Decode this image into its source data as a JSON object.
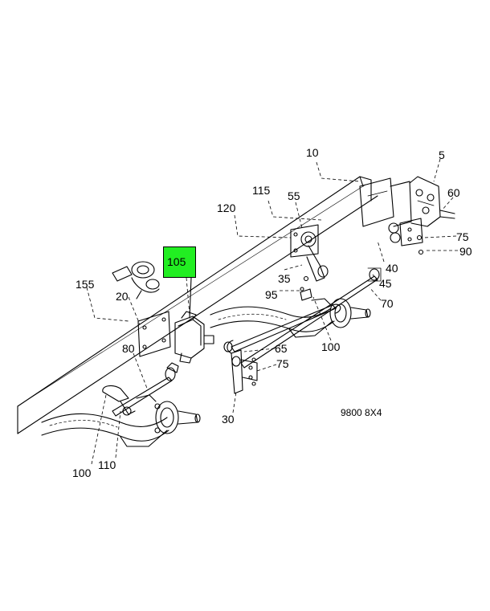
{
  "diagram": {
    "code": "9800 8X4",
    "highlighted_part": "105",
    "highlight_color": "#22ee22",
    "callouts": {
      "c5": "5",
      "c10": "10",
      "c20": "20",
      "c30": "30",
      "c35": "35",
      "c40": "40",
      "c45": "45",
      "c55": "55",
      "c60": "60",
      "c65": "65",
      "c70": "70",
      "c75a": "75",
      "c75b": "75",
      "c80": "80",
      "c90": "90",
      "c95": "95",
      "c100a": "100",
      "c100b": "100",
      "c110": "110",
      "c115": "115",
      "c120": "120",
      "c155": "155"
    }
  }
}
